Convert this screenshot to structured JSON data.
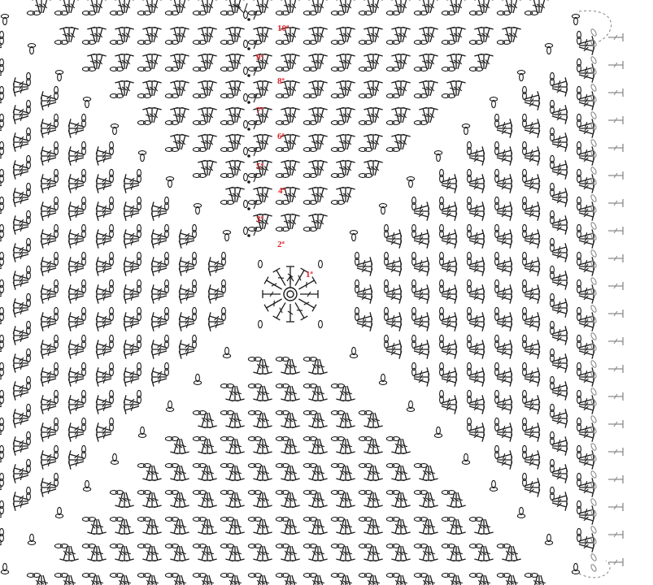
{
  "pattern": {
    "symbols": {
      "center_ring": "magic-ring",
      "chain": "oval",
      "double_crochet": "T-stitch-with-bar",
      "slip_stitch": "dot"
    },
    "colors": {
      "ink": "#1a1a1a",
      "round_label": "#e0242b",
      "continuation": "#8a8a8a",
      "background": "#ffffff"
    },
    "rounds": [
      {
        "label": "1ª"
      },
      {
        "label": "2ª"
      },
      {
        "label": "3ª"
      },
      {
        "label": "4ª"
      },
      {
        "label": "5ª"
      },
      {
        "label": "6ª"
      },
      {
        "label": "7ª"
      },
      {
        "label": "8ª"
      },
      {
        "label": "9ª"
      },
      {
        "label": "10ª"
      }
    ]
  }
}
